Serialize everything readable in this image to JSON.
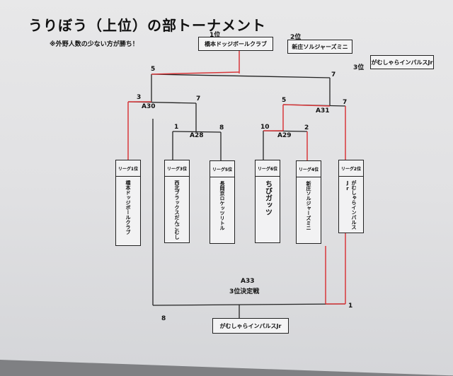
{
  "title": "うりぼう（上位）の部トーナメント",
  "note": "※外野人数の少ない方が勝ち！",
  "podium": {
    "first_label": "1位",
    "first_team": "橋本ドッジボールクラブ",
    "second_label": "2位",
    "second_team": "新庄ソルジャーズミニ",
    "third_label": "3位",
    "third_team": "がむしゃらインパルスJr"
  },
  "matches": {
    "a30": "A30",
    "a31": "A31",
    "a28": "A28",
    "a29": "A29",
    "a33": "A33",
    "third_place": "3位決定戦"
  },
  "scores": {
    "final_left": "5",
    "final_right": "7",
    "a30_left": "3",
    "a30_right": "7",
    "a31_left": "5",
    "a31_right": "7",
    "a28_left": "1",
    "a28_right": "8",
    "a29_left": "10",
    "a29_right": "2",
    "third_left": "8",
    "third_right": "1"
  },
  "teams": [
    {
      "league": "リーグ1位",
      "name": "橋本ドッジボールクラブ"
    },
    {
      "league": "リーグ3位",
      "name": "西北ブラックスだんごむし"
    },
    {
      "league": "リーグ5位",
      "name": "長岡京ロケッツリトル"
    },
    {
      "league": "リーグ6位",
      "name": "ちびガッツ"
    },
    {
      "league": "リーグ4位",
      "name": "新庄ソルジャーズミニ"
    },
    {
      "league": "リーグ2位",
      "name": "がむしゃらインパルスJr"
    }
  ],
  "third_place_winner": "がむしゃらインパルスJr",
  "colors": {
    "winner_line": "#d8373a",
    "line": "#222222"
  }
}
